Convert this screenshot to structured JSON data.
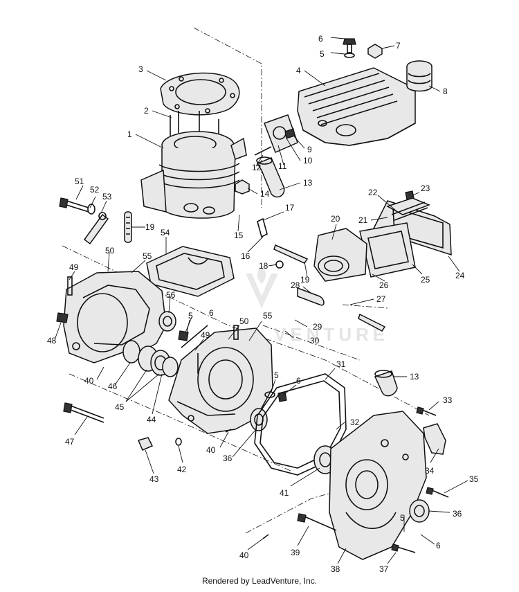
{
  "diagram": {
    "watermark_text": "VENTURE",
    "footer": "Rendered by LeadVenture, Inc.",
    "callouts": [
      {
        "id": "c6a",
        "text": "6"
      },
      {
        "id": "c5a",
        "text": "5"
      },
      {
        "id": "c7",
        "text": "7"
      },
      {
        "id": "c4",
        "text": "4"
      },
      {
        "id": "c8",
        "text": "8"
      },
      {
        "id": "c3",
        "text": "3"
      },
      {
        "id": "c2",
        "text": "2"
      },
      {
        "id": "c1",
        "text": "1"
      },
      {
        "id": "c9",
        "text": "9"
      },
      {
        "id": "c10",
        "text": "10"
      },
      {
        "id": "c11",
        "text": "11"
      },
      {
        "id": "c12",
        "text": "12"
      },
      {
        "id": "c13a",
        "text": "13"
      },
      {
        "id": "c14",
        "text": "14"
      },
      {
        "id": "c51",
        "text": "51"
      },
      {
        "id": "c52",
        "text": "52"
      },
      {
        "id": "c53",
        "text": "53"
      },
      {
        "id": "c22",
        "text": "22"
      },
      {
        "id": "c23",
        "text": "23"
      },
      {
        "id": "c17",
        "text": "17"
      },
      {
        "id": "c21",
        "text": "21"
      },
      {
        "id": "c19a",
        "text": "19"
      },
      {
        "id": "c20",
        "text": "20"
      },
      {
        "id": "c15",
        "text": "15"
      },
      {
        "id": "c54",
        "text": "54"
      },
      {
        "id": "c16",
        "text": "16"
      },
      {
        "id": "c24",
        "text": "24"
      },
      {
        "id": "c50a",
        "text": "50"
      },
      {
        "id": "c55a",
        "text": "55"
      },
      {
        "id": "c18",
        "text": "18"
      },
      {
        "id": "c19b",
        "text": "19"
      },
      {
        "id": "c26",
        "text": "26"
      },
      {
        "id": "c25",
        "text": "25"
      },
      {
        "id": "c49a",
        "text": "49"
      },
      {
        "id": "c28",
        "text": "28"
      },
      {
        "id": "c27",
        "text": "27"
      },
      {
        "id": "c56",
        "text": "56"
      },
      {
        "id": "c5b",
        "text": "5"
      },
      {
        "id": "c6b",
        "text": "6"
      },
      {
        "id": "c50b",
        "text": "50"
      },
      {
        "id": "c55b",
        "text": "55"
      },
      {
        "id": "c29",
        "text": "29"
      },
      {
        "id": "c48",
        "text": "48"
      },
      {
        "id": "c49b",
        "text": "49"
      },
      {
        "id": "c30",
        "text": "30"
      },
      {
        "id": "c40a",
        "text": "40"
      },
      {
        "id": "c46",
        "text": "46"
      },
      {
        "id": "c31",
        "text": "31"
      },
      {
        "id": "c13b",
        "text": "13"
      },
      {
        "id": "c5c",
        "text": "5"
      },
      {
        "id": "c6c",
        "text": "6"
      },
      {
        "id": "c45",
        "text": "45"
      },
      {
        "id": "c44",
        "text": "44"
      },
      {
        "id": "c33",
        "text": "33"
      },
      {
        "id": "c47",
        "text": "47"
      },
      {
        "id": "c32",
        "text": "32"
      },
      {
        "id": "c40b",
        "text": "40"
      },
      {
        "id": "c36a",
        "text": "36"
      },
      {
        "id": "c34",
        "text": "34"
      },
      {
        "id": "c42",
        "text": "42"
      },
      {
        "id": "c43",
        "text": "43"
      },
      {
        "id": "c41",
        "text": "41"
      },
      {
        "id": "c35",
        "text": "35"
      },
      {
        "id": "c36b",
        "text": "36"
      },
      {
        "id": "c5d",
        "text": "5"
      },
      {
        "id": "c6d",
        "text": "6"
      },
      {
        "id": "c40c",
        "text": "40"
      },
      {
        "id": "c39",
        "text": "39"
      },
      {
        "id": "c37",
        "text": "37"
      },
      {
        "id": "c38",
        "text": "38"
      }
    ]
  }
}
